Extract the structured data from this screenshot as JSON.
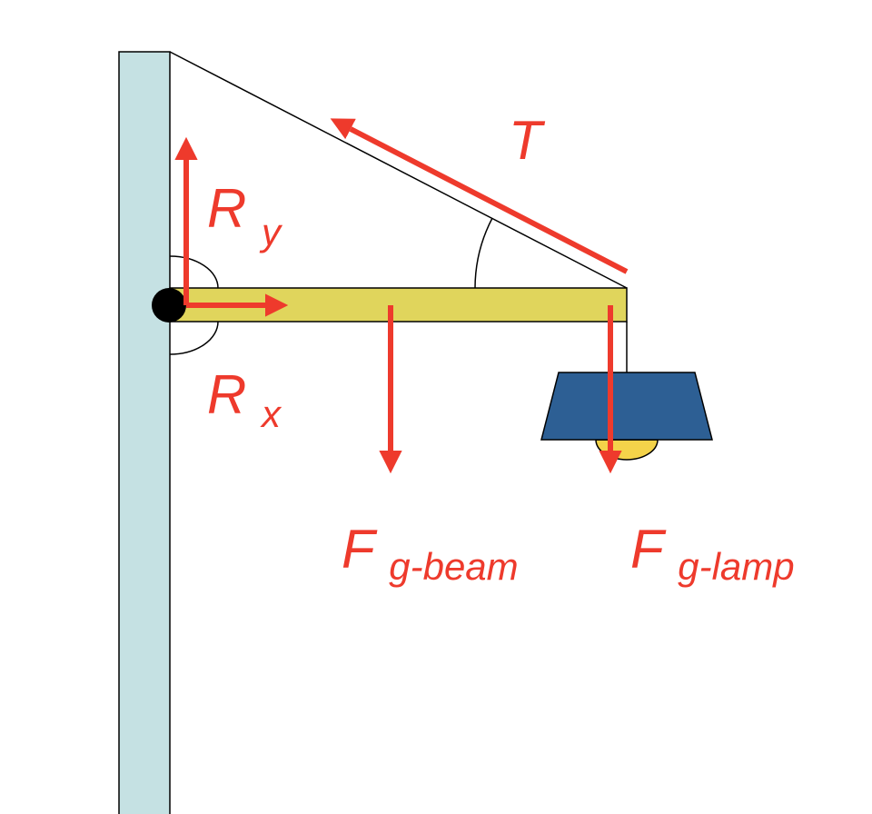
{
  "colors": {
    "wall": "#c5e1e3",
    "beam": "#e0d55c",
    "lampshade": "#2d5f94",
    "bulb": "#f4d34a",
    "force": "#ee3a2c",
    "outline": "#000000"
  },
  "labels": {
    "tension": "T",
    "ry_main": "R",
    "ry_sub": "y",
    "rx_main": "R",
    "rx_sub": "x",
    "fg_beam_main": "F",
    "fg_beam_sub": "g-beam",
    "fg_lamp_main": "F",
    "fg_lamp_sub": "g-lamp"
  }
}
